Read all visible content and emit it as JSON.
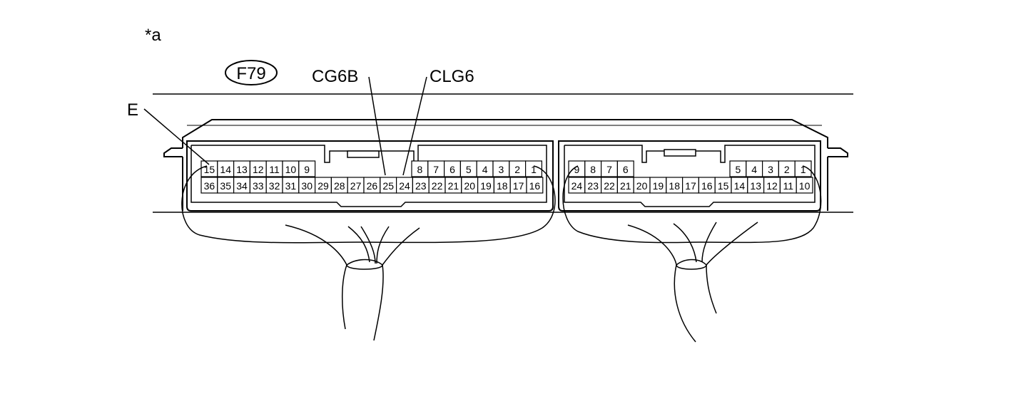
{
  "figure_tag": "*a",
  "connector_id": "F79",
  "labels": {
    "e": "E",
    "cg6b": "CG6B",
    "clg6": "CLG6"
  },
  "left_connector": {
    "top_row_left": [
      "15",
      "14",
      "13",
      "12",
      "11",
      "10",
      "9"
    ],
    "top_row_right": [
      "8",
      "7",
      "6",
      "5",
      "4",
      "3",
      "2",
      "1"
    ],
    "bottom_row": [
      "36",
      "35",
      "34",
      "33",
      "32",
      "31",
      "30",
      "29",
      "28",
      "27",
      "26",
      "25",
      "24",
      "23",
      "22",
      "21",
      "20",
      "19",
      "18",
      "17",
      "16"
    ]
  },
  "right_connector": {
    "top_row_left": [
      "9",
      "8",
      "7",
      "6"
    ],
    "top_row_right": [
      "5",
      "4",
      "3",
      "2",
      "1"
    ],
    "bottom_row": [
      "24",
      "23",
      "22",
      "21",
      "20",
      "19",
      "18",
      "17",
      "16",
      "15",
      "14",
      "13",
      "12",
      "11",
      "10"
    ]
  }
}
